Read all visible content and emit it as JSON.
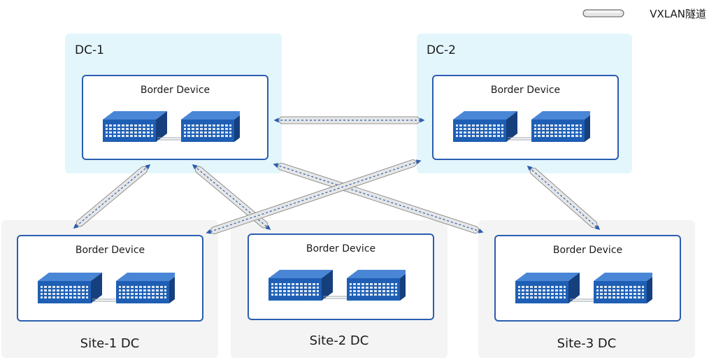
{
  "legend": {
    "icon": "vxlan-tunnel-icon",
    "label": "VXLAN隧道"
  },
  "dcs": [
    {
      "label": "DC-1",
      "device_label": "Border Device"
    },
    {
      "label": "DC-2",
      "device_label": "Border Device"
    }
  ],
  "sites": [
    {
      "label": "Site-1 DC",
      "device_label": "Border Device"
    },
    {
      "label": "Site-2 DC",
      "device_label": "Border Device"
    },
    {
      "label": "Site-3 DC",
      "device_label": "Border Device"
    }
  ],
  "tunnels": [
    {
      "from": "DC-1",
      "to": "DC-2"
    },
    {
      "from": "DC-1",
      "to": "Site-1 DC"
    },
    {
      "from": "DC-1",
      "to": "Site-2 DC"
    },
    {
      "from": "DC-1",
      "to": "Site-3 DC"
    },
    {
      "from": "DC-2",
      "to": "Site-1 DC"
    },
    {
      "from": "DC-2",
      "to": "Site-3 DC"
    }
  ],
  "colors": {
    "accent": "#2a5db0",
    "switch_blue": "#1e5fb5",
    "tunnel_fill": "#e6e6e6",
    "dc_bg": "#e3f6fc",
    "site_bg": "#f4f4f4"
  }
}
